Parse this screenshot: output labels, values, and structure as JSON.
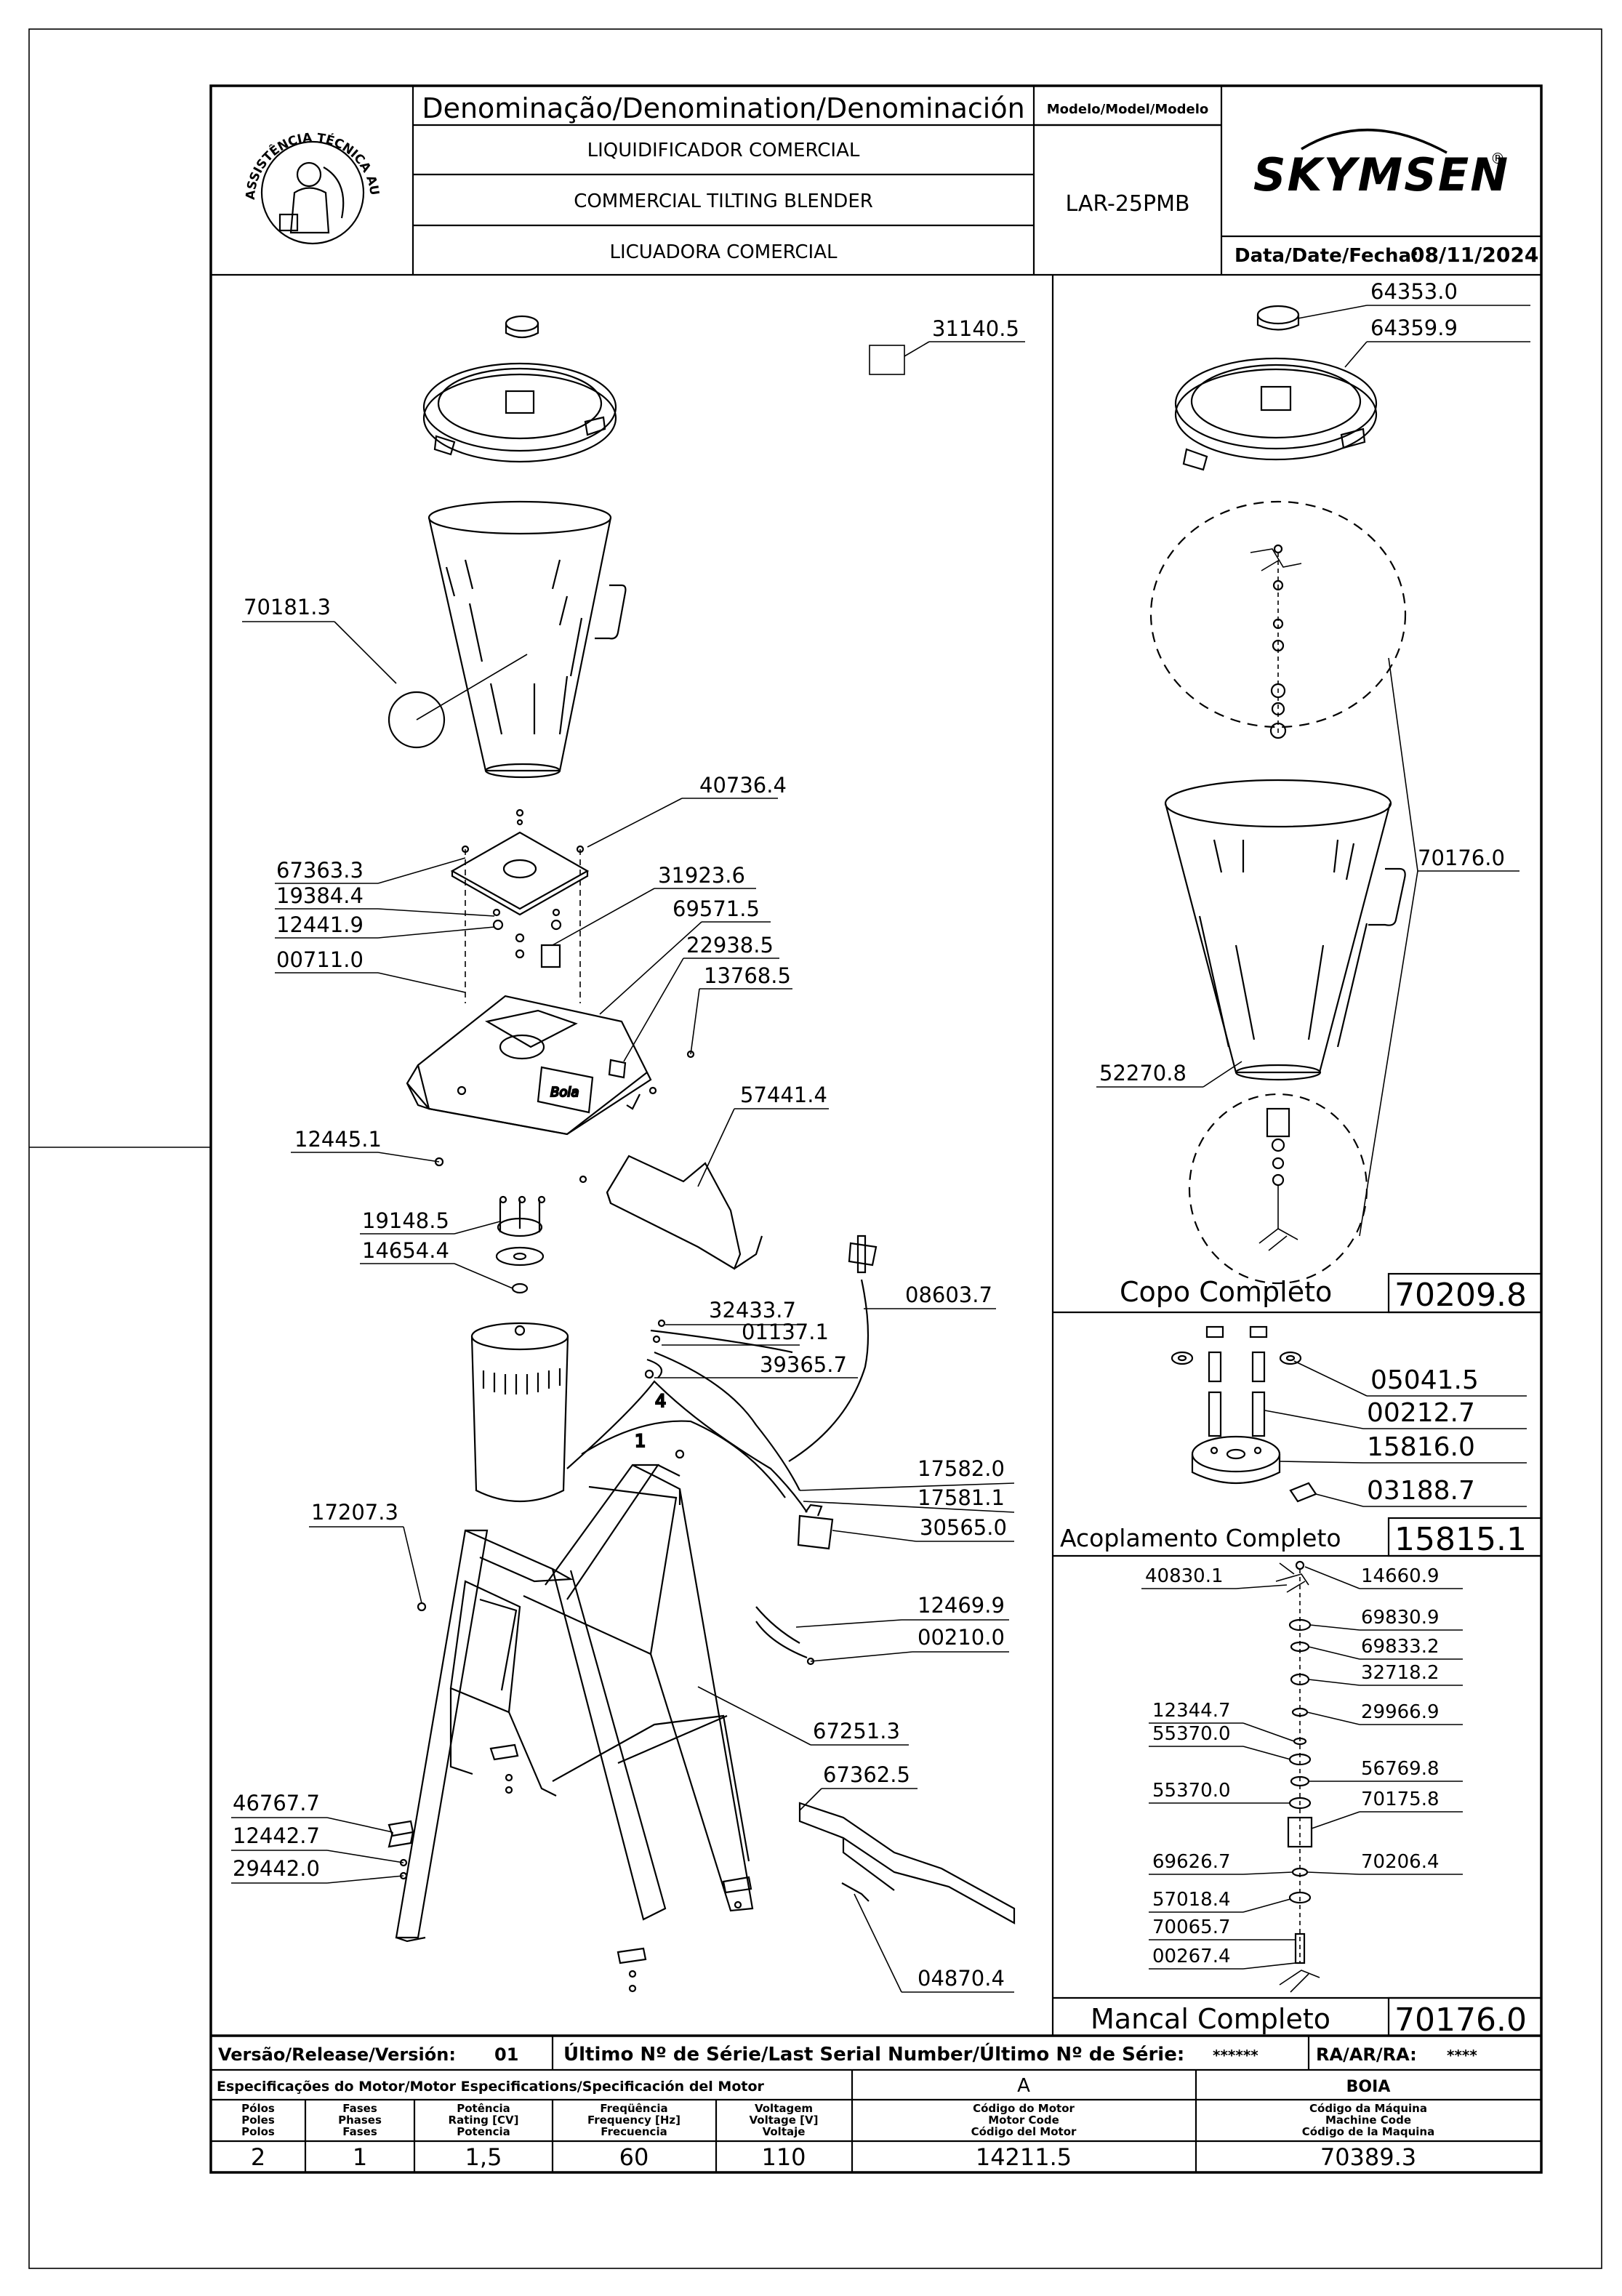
{
  "header": {
    "denomination_title": "Denominação/Denomination/Denominación",
    "name_pt": "LIQUIDIFICADOR COMERCIAL",
    "name_en": "COMMERCIAL TILTING BLENDER",
    "name_es": "LICUADORA COMERCIAL",
    "model_title": "Modelo/Model/Modelo",
    "model_value": "LAR-25PMB",
    "brand": "SKYMSEN",
    "brand_mark": "®",
    "date_label": "Data/Date/Fecha:",
    "date_value": "08/11/2024",
    "seal_text": "ASSISTÊNCIA TÉCNICA AUTORIZADA"
  },
  "parts_left": [
    "31140.5",
    "70181.3",
    "40736.4",
    "67363.3",
    "19384.4",
    "12441.9",
    "00711.0",
    "31923.6",
    "69571.5",
    "22938.5",
    "13768.5",
    "12445.1",
    "57441.4",
    "19148.5",
    "14654.4",
    "08603.7",
    "32433.7",
    "01137.1",
    "39365.7",
    "17582.0",
    "17581.1",
    "30565.0",
    "17207.3",
    "12469.9",
    "00210.0",
    "67251.3",
    "67362.5",
    "46767.7",
    "12442.7",
    "29442.0",
    "04870.4"
  ],
  "wire_labels": [
    "4",
    "1"
  ],
  "base_badge": "Boia",
  "parts_copo": [
    "64353.0",
    "64359.9",
    "70176.0",
    "52270.8"
  ],
  "copo_completo": {
    "label": "Copo Completo",
    "code": "70209.8"
  },
  "parts_acoplamento": [
    "05041.5",
    "00212.7",
    "15816.0",
    "03188.7"
  ],
  "acoplamento_completo": {
    "label": "Acoplamento Completo",
    "code": "15815.1"
  },
  "parts_mancal": [
    "40830.1",
    "14660.9",
    "69830.9",
    "69833.2",
    "32718.2",
    "29966.9",
    "12344.7",
    "55370.0",
    "56769.8",
    "55370.0",
    "70175.8",
    "69626.7",
    "70206.4",
    "57018.4",
    "70065.7",
    "00267.4"
  ],
  "mancal_completo": {
    "label": "Mancal Completo",
    "code": "70176.0"
  },
  "footer": {
    "release_label": "Versão/Release/Versión:",
    "release_value": "01",
    "serial_label": "Último Nº de Série/Last Serial Number/Último Nº de Série:",
    "serial_value": "******",
    "ra_label": "RA/AR/RA:",
    "ra_value": "****",
    "motor_spec_title": "Especificações do Motor/Motor Especifications/Specificación del Motor",
    "motor_variant": "A",
    "machine_variant": "BOIA",
    "col_poles": [
      "Pólos",
      "Poles",
      "Polos"
    ],
    "col_phases": [
      "Fases",
      "Phases",
      "Fases"
    ],
    "col_rating": [
      "Potência",
      "Rating [CV]",
      "Potencia"
    ],
    "col_freq": [
      "Freqüência",
      "Frequency [Hz]",
      "Frecuencia"
    ],
    "col_volt": [
      "Voltagem",
      "Voltage [V]",
      "Voltaje"
    ],
    "col_motor_code": [
      "Código do Motor",
      "Motor Code",
      "Código del Motor"
    ],
    "col_machine_code": [
      "Código da Máquina",
      "Machine Code",
      "Código de la Maquina"
    ],
    "poles": "2",
    "phases": "1",
    "rating": "1,5",
    "frequency": "60",
    "voltage": "110",
    "motor_code": "14211.5",
    "machine_code": "70389.3"
  }
}
